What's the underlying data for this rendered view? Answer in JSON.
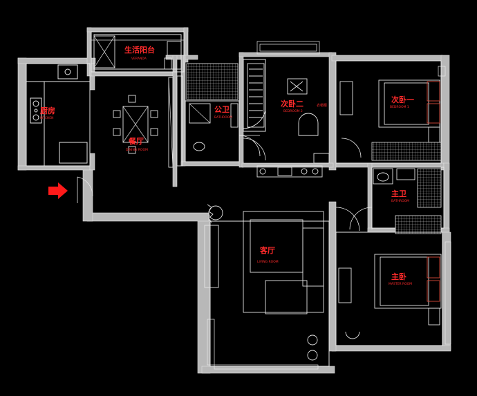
{
  "rooms": {
    "kitchen": {
      "label": "厨房",
      "sub": "KITCHEN"
    },
    "balcony": {
      "label": "生活阳台",
      "sub": "VERANDA"
    },
    "dining": {
      "label": "餐厅",
      "sub": "DINING ROOM"
    },
    "public_bath": {
      "label": "公卫",
      "sub": "BATHROOM"
    },
    "bedroom2": {
      "label": "次卧二",
      "sub": "BEDROOM 2"
    },
    "bedroom1": {
      "label": "次卧一",
      "sub": "BEDROOM 1"
    },
    "master_bath": {
      "label": "主卫",
      "sub": "BATHROOM"
    },
    "living": {
      "label": "客厅",
      "sub": "LIVING ROOM"
    },
    "master": {
      "label": "主卧",
      "sub": "MASTER ROOM"
    }
  },
  "annotations": {
    "bedroom2_note": "衣帽柜"
  },
  "icons": {
    "entrance": "entrance-arrow-icon"
  },
  "colors": {
    "background": "#000000",
    "label": "#ff2b2b",
    "wall": "#b8b8b8",
    "line": "#e8e8e8",
    "arrow": "#ff1a1a"
  }
}
